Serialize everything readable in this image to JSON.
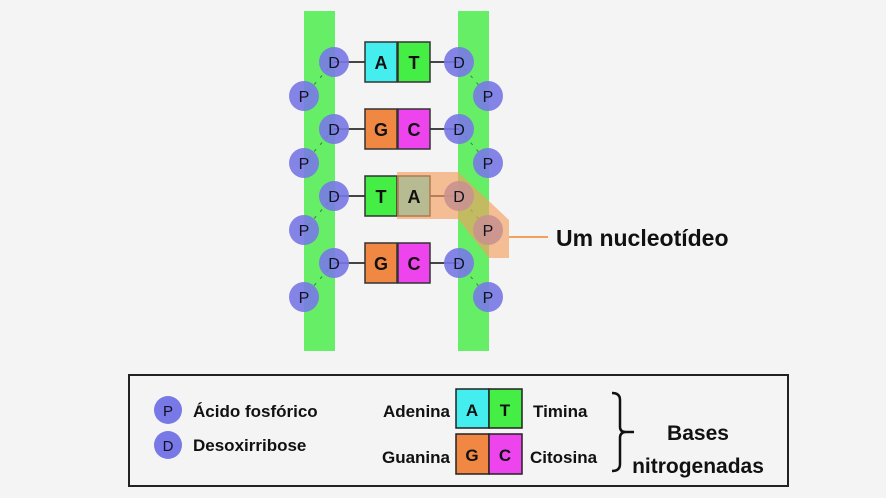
{
  "colors": {
    "strand": "#66ee66",
    "circle": "#7878e6",
    "A": "#44eeee",
    "T": "#44ee44",
    "G": "#f08844",
    "C": "#ee44ee",
    "highlight": "#f4a060"
  },
  "pairs": [
    {
      "left": "A",
      "right": "T"
    },
    {
      "left": "G",
      "right": "C"
    },
    {
      "left": "T",
      "right": "A"
    },
    {
      "left": "G",
      "right": "C"
    }
  ],
  "labels": {
    "sugar": "D",
    "phosphate": "P"
  },
  "callout": "Um nucleotídeo",
  "legend": {
    "phosphate_symbol": "P",
    "phosphate_label": "Ácido fosfórico",
    "sugar_symbol": "D",
    "sugar_label": "Desoxirribose",
    "adenine": "Adenina",
    "thymine": "Timina",
    "guanine": "Guanina",
    "cytosine": "Citosina",
    "A": "A",
    "T": "T",
    "G": "G",
    "C": "C",
    "bases_line1": "Bases",
    "bases_line2": "nitrogenadas"
  }
}
